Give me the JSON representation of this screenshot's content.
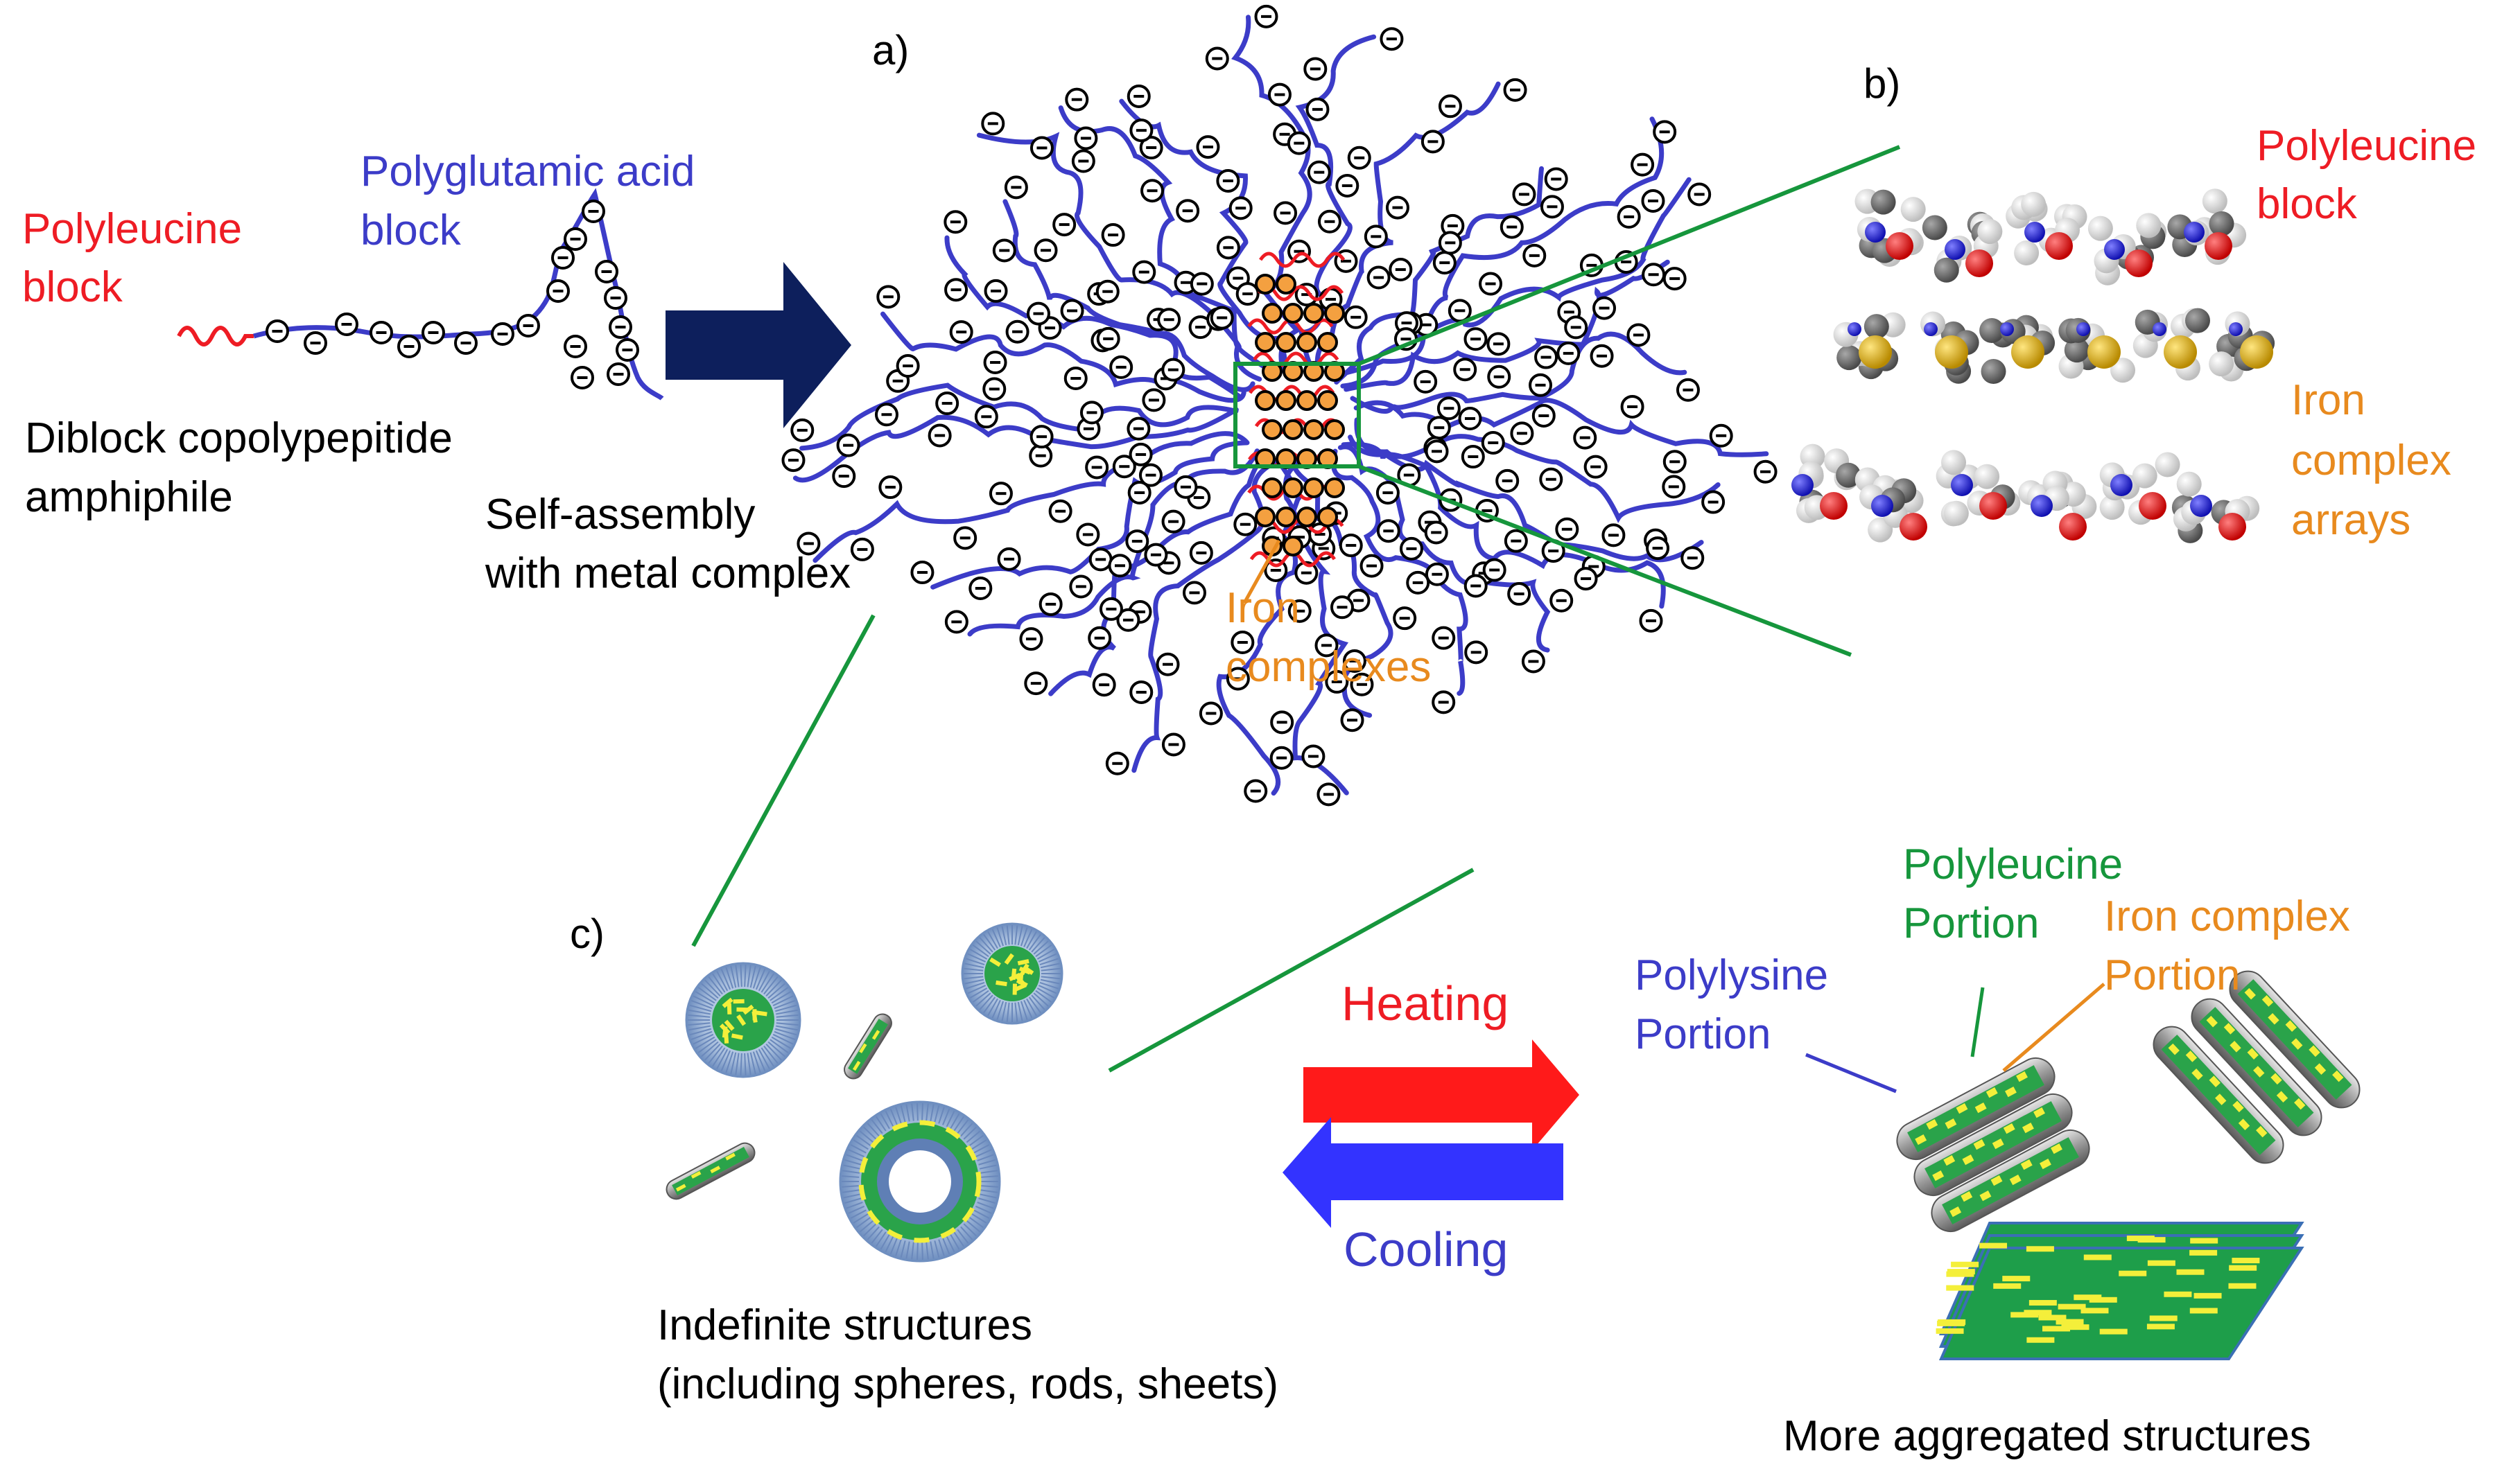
{
  "panels": {
    "a": "a)",
    "b": "b)",
    "c": "c)"
  },
  "left": {
    "polyleucine_block": [
      "Polyleucine",
      "block"
    ],
    "polyglutamic_block": [
      "Polyglutamic acid",
      "block"
    ],
    "diblock": [
      "Diblock copolypepitide",
      "amphiphile"
    ],
    "self_assembly": [
      "Self-assembly",
      "with metal complex"
    ]
  },
  "micelle": {
    "iron_complexes": [
      "Iron",
      "complexes"
    ],
    "charge_symbol": "⊖"
  },
  "zoom_b": {
    "polyleucine_block": [
      "Polyleucine",
      "block"
    ],
    "iron_complex_arrays": [
      "Iron",
      "complex",
      "arrays"
    ]
  },
  "bottom": {
    "heating": "Heating",
    "cooling": "Cooling",
    "indefinite": [
      "Indefinite structures",
      "(including spheres, rods, sheets)"
    ],
    "polyleucine_portion": [
      "Polyleucine",
      "Portion"
    ],
    "iron_complex_portion": [
      "Iron complex",
      "Portion"
    ],
    "polylysine_portion": [
      "Polylysine",
      "Portion"
    ],
    "more_aggregated": "More aggregated structures"
  },
  "colors": {
    "polyleucine": "#ee1c24",
    "polyglutamic": "#3c3cc8",
    "iron": "#e88a1e",
    "connector": "#16963c",
    "big_arrow": "#0d1f5c",
    "heat_arrow": "#ff1a1a",
    "cool_arrow": "#3333ff"
  },
  "icons": [
    "negative-charge-icon",
    "block-arrow-icon",
    "heating-arrow-icon",
    "cooling-arrow-icon"
  ]
}
